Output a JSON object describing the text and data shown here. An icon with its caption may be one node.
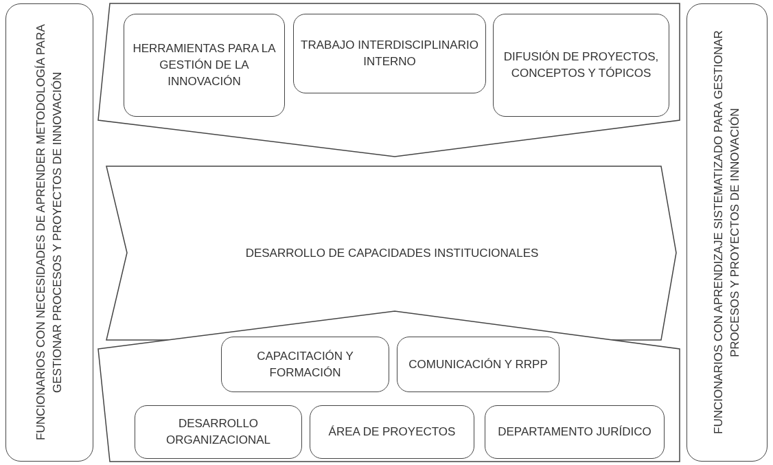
{
  "diagram": {
    "nodes": [
      {
        "text": [
          "FUNCIONARIOS CON NECESIDADES DE APRENDER METODOLOGÍA PARA GESTIONAR PROCESOS Y PROYECTOS DE INNOVACIÓN"
        ]
      },
      {
        "text": [],
        "shape": "arrow"
      },
      {
        "text": [
          "HERRAMIENTAS PARA LA GESTIÓN DE LA INNOVACIÓN"
        ],
        "in": 1
      },
      {
        "text": [
          "TRABAJO INTERDISCIPLINARIO INTERNO"
        ],
        "in": 1
      },
      {
        "text": [
          "DIFUSIÓN DE PROYECTOS, CONCEPTOS Y TÓPICOS"
        ],
        "in": 1
      },
      {
        "text": [
          "DESARROLLO DE CAPACIDADES INSTITUCIONALES"
        ]
      },
      {
        "text": [],
        "shape": "arrow"
      },
      {
        "text": [
          "CAPACITACIÓN Y FORMACIÓN"
        ],
        "in": 6
      },
      {
        "text": [
          "COMUNICACIÓN Y RRPP"
        ],
        "in": 6
      },
      {
        "text": [
          "DESARROLLO ORGANIZACIONAL"
        ],
        "in": 6
      },
      {
        "text": [
          "ÁREA DE PROYECTOS"
        ],
        "in": 6
      },
      {
        "text": [
          "DEPARTAMENTO JURÍDICO"
        ],
        "in": 6
      },
      {
        "text": [
          "FUNCIONARIOS CON APRENDIZAJE SISTEMATIZADO PARA GESTIONAR PROCESOS Y PROYECTOS DE INNOVACIÓN"
        ]
      }
    ]
  }
}
